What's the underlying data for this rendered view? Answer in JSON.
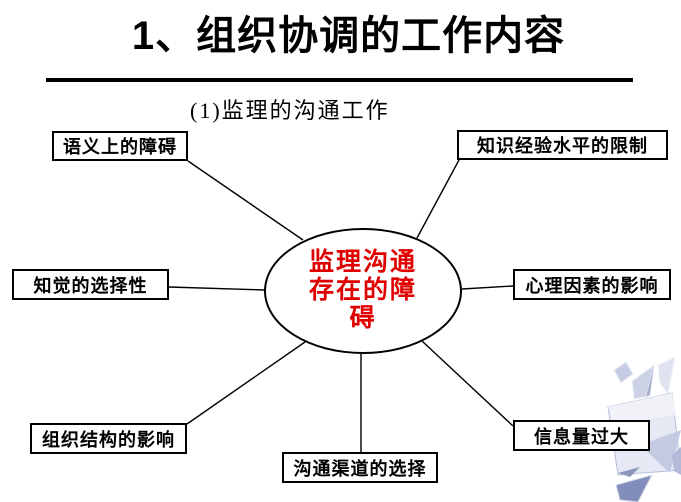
{
  "slide": {
    "title": "1、组织协调的工作内容",
    "subtitle": "(1)监理的沟通工作"
  },
  "diagram": {
    "center": {
      "label": "监理沟通存在的障碍",
      "lines": [
        "监理沟通",
        "存在的障",
        "碍"
      ],
      "text_color": "#e00000",
      "shape": "ellipse"
    },
    "nodes": [
      {
        "id": "semantic-barrier",
        "label": "语义上的障碍"
      },
      {
        "id": "knowledge-experience-limit",
        "label": "知识经验水平的限制"
      },
      {
        "id": "perception-selectivity",
        "label": "知觉的选择性"
      },
      {
        "id": "psychological-factors",
        "label": "心理因素的影响"
      },
      {
        "id": "organizational-structure",
        "label": "组织结构的影响"
      },
      {
        "id": "communication-channel-choice",
        "label": "沟通渠道的选择"
      },
      {
        "id": "information-overload",
        "label": "信息量过大"
      }
    ],
    "connector_count": 7
  },
  "colors": {
    "background": "#ffffff",
    "text": "#000000",
    "center_text": "#e00000",
    "line": "#000000",
    "box_border": "#000000",
    "decoration_light": "#e6e9f4",
    "decoration_mid": "#c3cae2",
    "decoration_dark": "#838dbb"
  },
  "decoration": "crumpled-paper-shards"
}
